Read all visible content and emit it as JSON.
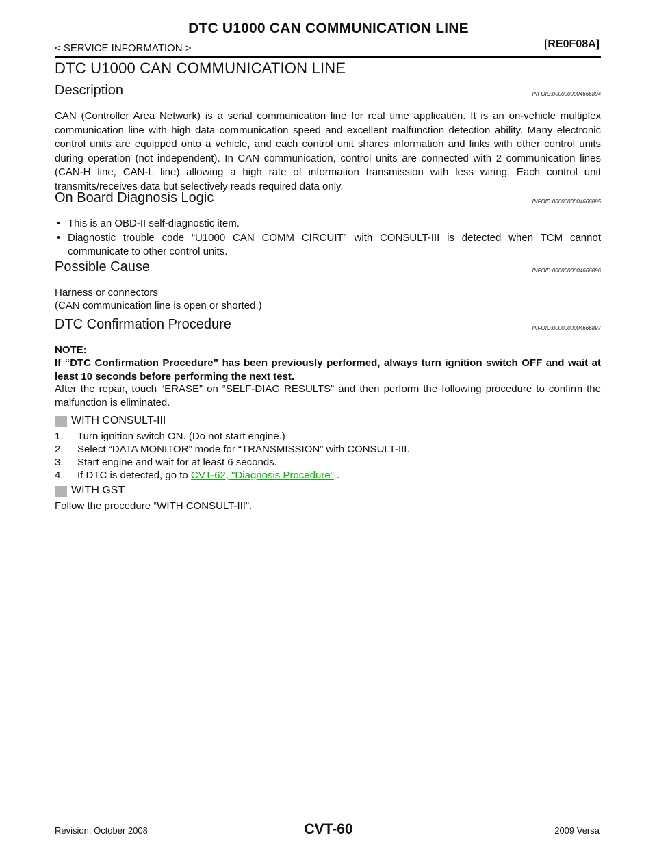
{
  "header": {
    "page_title": "DTC U1000 CAN COMMUNICATION LINE",
    "section_path": "< SERVICE INFORMATION >",
    "model_code": "[RE0F08A]"
  },
  "main_title": "DTC U1000 CAN COMMUNICATION LINE",
  "description": {
    "heading": "Description",
    "infoid": "INFOID:0000000004666894",
    "body": "CAN (Controller Area Network) is a serial communication line for real time application. It is an on-vehicle multiplex communication line with high data communication speed and excellent malfunction detection ability. Many electronic control units are equipped onto a vehicle, and each control unit shares information and links with other control units during operation (not independent). In CAN communication, control units are connected with 2 communication lines (CAN-H line, CAN-L line) allowing a high rate of information transmission with less wiring. Each control unit transmits/receives data but selectively reads required data only."
  },
  "obd_logic": {
    "heading": "On Board Diagnosis Logic",
    "infoid": "INFOID:0000000004666895",
    "bullet_glyph": "•",
    "items": [
      "This is an OBD-II self-diagnostic item.",
      "Diagnostic trouble code “U1000 CAN COMM CIRCUIT” with CONSULT-III is detected when TCM cannot communicate to other control units."
    ]
  },
  "possible_cause": {
    "heading": "Possible Cause",
    "infoid": "INFOID:0000000004666896",
    "lines": [
      "Harness or connectors",
      "(CAN communication line is open or shorted.)"
    ]
  },
  "dtc_confirmation": {
    "heading": "DTC Confirmation Procedure",
    "infoid": "INFOID:0000000004666897",
    "note_label": "NOTE:",
    "note_text": "If “DTC Confirmation Procedure” has been previously performed, always turn ignition switch OFF and wait at least 10 seconds before performing the next test.",
    "after_repair": "After the repair, touch “ERASE” on “SELF-DIAG RESULTS” and then perform the following procedure to confirm the malfunction is eliminated.",
    "with_consult": {
      "label": "WITH CONSULT-III",
      "steps": [
        {
          "num": "1.",
          "text": "Turn ignition switch ON. (Do not start engine.)"
        },
        {
          "num": "2.",
          "text": "Select “DATA MONITOR” mode for “TRANSMISSION” with CONSULT-III."
        },
        {
          "num": "3.",
          "text": "Start engine and wait for at least 6 seconds."
        },
        {
          "num": "4.",
          "text_before": "If DTC is detected, go to ",
          "link": "CVT-62, \"Diagnosis Procedure\"",
          "text_after": " ."
        }
      ]
    },
    "with_gst": {
      "label": "WITH GST",
      "text": "Follow the procedure “WITH CONSULT-III”."
    }
  },
  "footer": {
    "revision": "Revision: October 2008",
    "page_number": "CVT-60",
    "model_year": "2009 Versa"
  },
  "colors": {
    "link": "#18a818",
    "method_box": "#b3b3b3"
  }
}
